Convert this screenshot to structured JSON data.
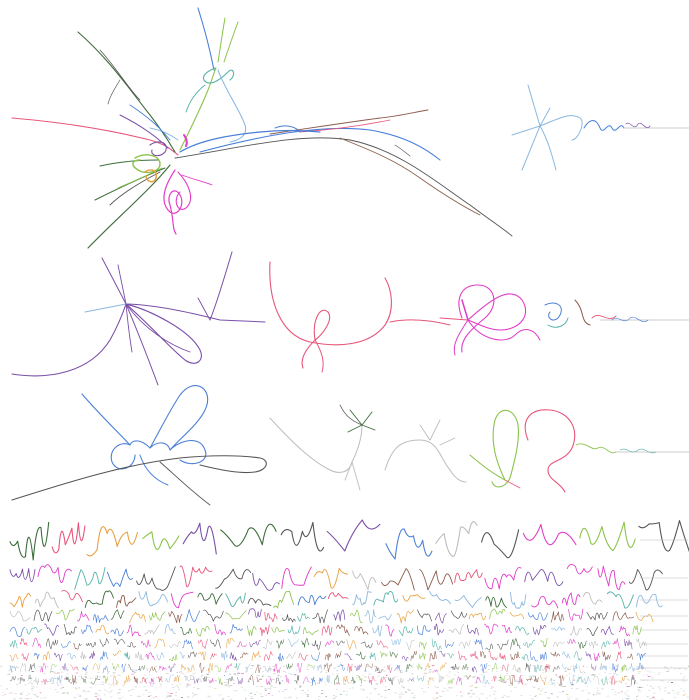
{
  "figure": {
    "background_color": "#ffffff",
    "palette": {
      "pink": "#e8557a",
      "magenta": "#e03cc8",
      "purple": "#7a4fa8",
      "blue": "#4a7fd8",
      "light_blue": "#8ab8e0",
      "teal": "#55b3a8",
      "green": "#8bc34a",
      "dark_green": "#3d6b3a",
      "orange": "#e8a040",
      "dark_gray": "#555555",
      "light_gray": "#bdbdbd",
      "brown": "#8a5a4a"
    },
    "components": [
      {
        "name": "component-giant",
        "rank": 1,
        "colors": [
          "pink",
          "magenta",
          "purple",
          "blue",
          "light_blue",
          "teal",
          "green",
          "dark_green",
          "orange",
          "dark_gray",
          "brown"
        ]
      },
      {
        "name": "component-light-blue-star",
        "rank": 2,
        "colors": [
          "light_blue",
          "blue"
        ]
      },
      {
        "name": "component-purple",
        "rank": 3,
        "colors": [
          "purple",
          "light_blue"
        ]
      },
      {
        "name": "component-pink-loops",
        "rank": 4,
        "colors": [
          "pink"
        ]
      },
      {
        "name": "component-magenta-ball",
        "rank": 5,
        "colors": [
          "magenta",
          "pink"
        ]
      },
      {
        "name": "component-mixed-small",
        "rank": 6,
        "colors": [
          "blue",
          "teal",
          "brown",
          "pink"
        ]
      },
      {
        "name": "component-blue-loops",
        "rank": 7,
        "colors": [
          "blue",
          "dark_gray"
        ]
      },
      {
        "name": "component-gray-tree",
        "rank": 8,
        "colors": [
          "light_gray",
          "dark_gray",
          "dark_green"
        ]
      },
      {
        "name": "component-green-loop",
        "rank": 9,
        "colors": [
          "green",
          "pink"
        ]
      },
      {
        "name": "component-pink-spiral",
        "rank": 10,
        "colors": [
          "pink",
          "green",
          "teal"
        ]
      }
    ],
    "small_component_rows": [
      {
        "name": "row-1",
        "density": "sparse"
      },
      {
        "name": "row-2",
        "density": "medium"
      },
      {
        "name": "row-3",
        "density": "medium"
      },
      {
        "name": "row-4",
        "density": "dense"
      },
      {
        "name": "row-5",
        "density": "dense"
      },
      {
        "name": "row-6",
        "density": "very-dense"
      },
      {
        "name": "row-7",
        "density": "very-dense"
      },
      {
        "name": "row-8",
        "density": "saturated"
      },
      {
        "name": "row-9",
        "density": "saturated"
      }
    ]
  }
}
